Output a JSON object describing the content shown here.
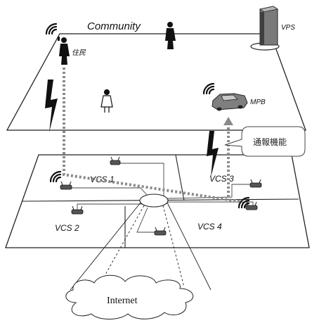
{
  "labels": {
    "community": "Community",
    "vps": "VPS",
    "resident": "住民",
    "mpb": "MPB",
    "callout": "通報機能",
    "vcs1": "VCS 1",
    "vcs2": "VCS 2",
    "vcs3": "VCS 3",
    "vcs4": "VCS 4",
    "internet": "Internet"
  }
}
